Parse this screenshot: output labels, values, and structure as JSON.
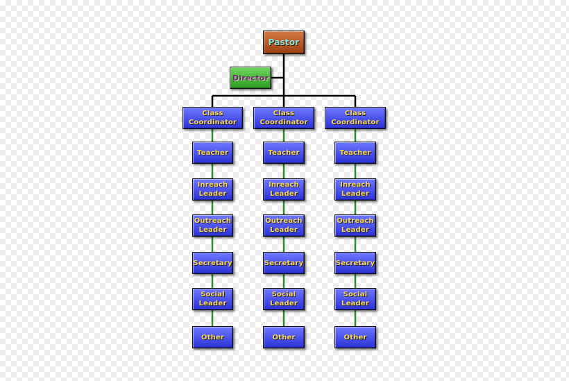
{
  "root": {
    "label": "Pastor",
    "color": "#c0622a"
  },
  "director": {
    "label": "Director",
    "color": "#4cbf3c"
  },
  "node_color": "#3a42e8",
  "columns": [
    {
      "head": "Class\nCoordinator",
      "roles": [
        "Teacher",
        "Inreach\nLeader",
        "Outreach\nLeader",
        "Secretary",
        "Social\nLeader",
        "Other"
      ]
    },
    {
      "head": "Class\nCoordinator",
      "roles": [
        "Teacher",
        "Inreach\nLeader",
        "Outreach\nLeader",
        "Secretary",
        "Social\nLeader",
        "Other"
      ]
    },
    {
      "head": "Class\nCoordinator",
      "roles": [
        "Teacher",
        "Inreach\nLeader",
        "Outreach\nLeader",
        "Secretary",
        "Social\nLeader",
        "Other"
      ]
    }
  ]
}
